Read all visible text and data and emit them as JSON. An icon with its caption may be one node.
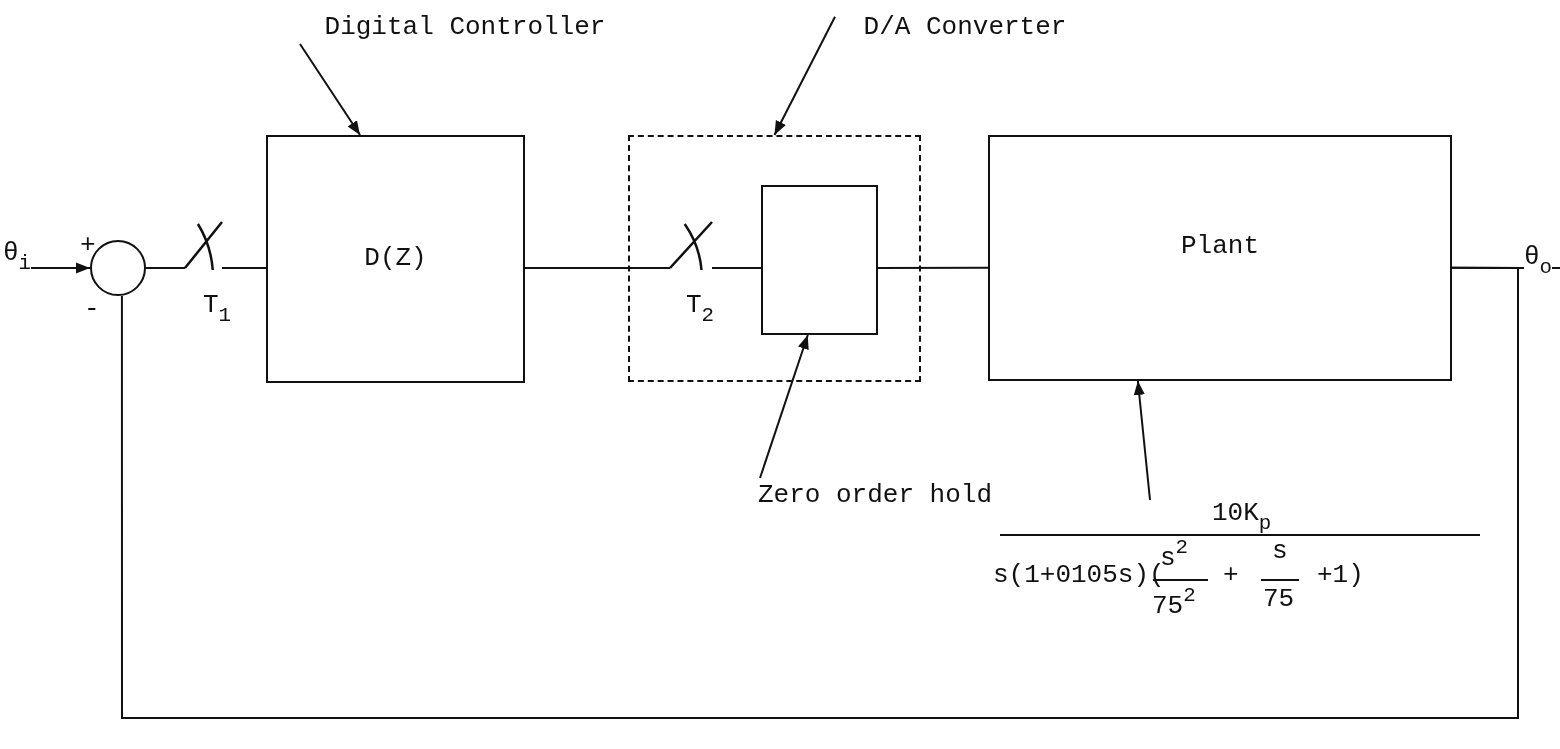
{
  "diagram": {
    "nodes": [
      {
        "text": [
          "Digital Controller"
        ]
      },
      {
        "text": [
          "D/A Converter"
        ]
      },
      {
        "text": [],
        "shape": "circle"
      },
      {
        "text": [],
        "shape": "switch",
        "beside": [
          "T$_{1}$"
        ]
      },
      {
        "text": [
          "D(Z)"
        ]
      },
      {
        "text": [],
        "shape": "box"
      },
      {
        "text": [],
        "shape": "switch",
        "beside": [
          "T$_{2}$"
        ],
        "in": 5
      },
      {
        "text": [],
        "shape": "box",
        "in": 5
      },
      {
        "text": [
          "Plant"
        ]
      },
      {
        "text": [
          "Zero order hold"
        ]
      },
      {
        "text": [
          "10K$_{p}$",
          "s(1+0105s)(",
          "s$^{2}$",
          "75$^{2}$",
          "+",
          "s",
          "75",
          "+1)"
        ]
      }
    ],
    "edges": [
      {
        "from": null,
        "to": 2,
        "arrow": "to",
        "label": "θ$_{i}$"
      },
      {
        "from": 2,
        "to": 3,
        "arrow": "none"
      },
      {
        "from": 3,
        "to": 4,
        "arrow": "none"
      },
      {
        "from": 4,
        "to": 6,
        "arrow": "none"
      },
      {
        "from": 6,
        "to": 7,
        "arrow": "none"
      },
      {
        "from": 7,
        "to": 8,
        "arrow": "none"
      },
      {
        "from": 8,
        "to": null,
        "arrow": "none",
        "label": "θ$_{o}$"
      },
      {
        "from": 8,
        "to": 2,
        "arrow": "none"
      },
      {
        "from": 0,
        "to": 4,
        "arrow": "to"
      },
      {
        "from": 1,
        "to": 5,
        "arrow": "to"
      },
      {
        "from": 9,
        "to": 7,
        "arrow": "to"
      },
      {
        "from": 10,
        "to": 8,
        "arrow": "to"
      }
    ],
    "labels": [
      "+",
      "-"
    ]
  }
}
